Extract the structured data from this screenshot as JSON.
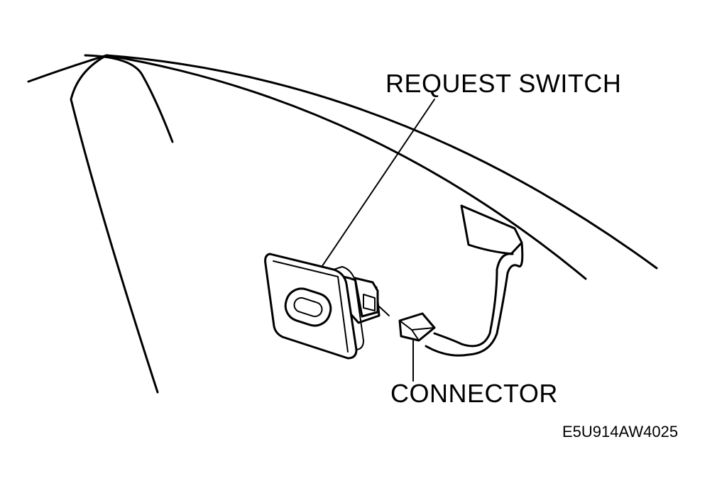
{
  "diagram": {
    "labels": {
      "request_switch": "REQUEST SWITCH",
      "connector": "CONNECTOR",
      "figure_code": "E5U914AW4025"
    },
    "colors": {
      "ink": "#000000",
      "background": "#ffffff"
    }
  }
}
